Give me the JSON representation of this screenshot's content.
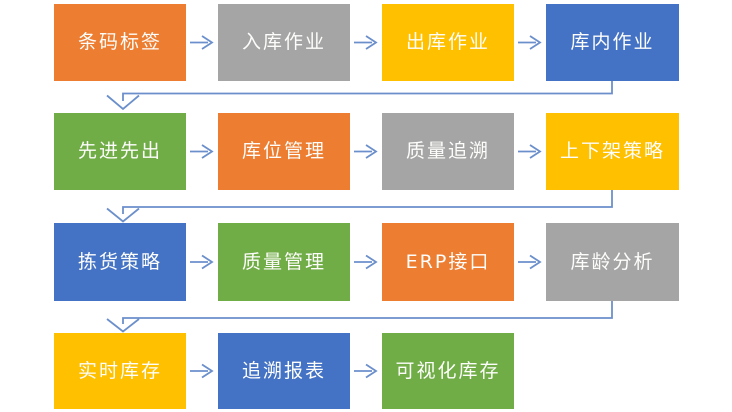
{
  "palette": {
    "orange": "#ED7D31",
    "gray": "#A5A5A5",
    "yellow": "#FFC000",
    "blue": "#4472C4",
    "green": "#70AD47",
    "arrow": "#6B8FCB",
    "label_text": "#FDFDFB",
    "background": "#FFFFFF"
  },
  "diagram": {
    "type": "process-flow",
    "connector_style": "serpentine: each row flows left-to-right, last box wraps down-left to first box of next row",
    "rows": [
      {
        "boxes": [
          {
            "label": "条码标签",
            "color": "orange"
          },
          {
            "label": "入库作业",
            "color": "gray"
          },
          {
            "label": "出库作业",
            "color": "yellow"
          },
          {
            "label": "库内作业",
            "color": "blue"
          }
        ]
      },
      {
        "boxes": [
          {
            "label": "先进先出",
            "color": "green"
          },
          {
            "label": "库位管理",
            "color": "orange"
          },
          {
            "label": "质量追溯",
            "color": "gray"
          },
          {
            "label": "上下架策略",
            "color": "yellow"
          }
        ]
      },
      {
        "boxes": [
          {
            "label": "拣货策略",
            "color": "blue"
          },
          {
            "label": "质量管理",
            "color": "green"
          },
          {
            "label": "ERP接口",
            "color": "orange"
          },
          {
            "label": "库龄分析",
            "color": "gray"
          }
        ]
      },
      {
        "boxes": [
          {
            "label": "实时库存",
            "color": "yellow"
          },
          {
            "label": "追溯报表",
            "color": "blue"
          },
          {
            "label": "可视化库存",
            "color": "green"
          }
        ]
      }
    ],
    "flow_order": [
      "条码标签",
      "入库作业",
      "出库作业",
      "库内作业",
      "先进先出",
      "库位管理",
      "质量追溯",
      "上下架策略",
      "拣货策略",
      "质量管理",
      "ERP接口",
      "库龄分析",
      "实时库存",
      "追溯报表",
      "可视化库存"
    ]
  }
}
